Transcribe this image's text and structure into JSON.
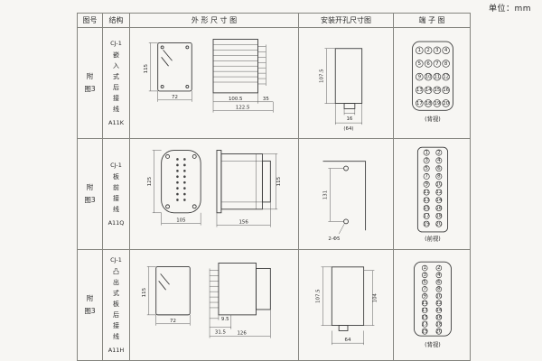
{
  "page": {
    "unit_label": "单位：mm"
  },
  "table": {
    "headers": [
      "图号",
      "结构",
      "外 形 尺 寸 图",
      "安装开孔尺寸图",
      "端 子 图"
    ],
    "rows": [
      {
        "fig_no": "附图3",
        "model": "CJ-1",
        "structure_desc": "嵌入式后接线",
        "code": "A11K",
        "outline": {
          "height": "115",
          "width": "72",
          "depth_body": "100.5",
          "depth_total": "122.5",
          "pin_depth": "35"
        },
        "install": {
          "cutout_height": "107.5",
          "tab_width": "16",
          "cutout_width": "(64)"
        },
        "terminal": {
          "view_label": "(背视)",
          "numbers": [
            1,
            2,
            3,
            4,
            5,
            6,
            7,
            8,
            9,
            10,
            11,
            12,
            13,
            14,
            15,
            16,
            17,
            18,
            19,
            20
          ]
        }
      },
      {
        "fig_no": "附图3",
        "model": "CJ-1",
        "structure_desc": "板前接线",
        "code": "A11Q",
        "outline": {
          "height": "125",
          "width": "105",
          "depth_total": "156",
          "body_height": "115"
        },
        "install": {
          "hole_spacing": "131",
          "holes": "2-Φ5"
        },
        "terminal": {
          "view_label": "(前视)",
          "numbers": [
            1,
            2,
            3,
            4,
            5,
            6,
            7,
            8,
            9,
            10,
            11,
            12,
            13,
            14,
            15,
            16,
            17,
            18,
            19,
            20
          ]
        }
      },
      {
        "fig_no": "附图3",
        "model": "CJ-1",
        "structure_desc": "凸出式板后接线",
        "code": "A11H",
        "outline": {
          "height": "115",
          "width": "72",
          "pin_depth": "9.5",
          "front_depth": "31.5",
          "depth_total": "126"
        },
        "install": {
          "cutout_height": "107.5",
          "cutout_height2": "104",
          "cutout_width": "64"
        },
        "terminal": {
          "view_label": "(背视)",
          "numbers": [
            1,
            2,
            3,
            4,
            5,
            6,
            7,
            8,
            9,
            10,
            11,
            12,
            13,
            14,
            15,
            16,
            17,
            18,
            19,
            20
          ]
        }
      }
    ]
  }
}
